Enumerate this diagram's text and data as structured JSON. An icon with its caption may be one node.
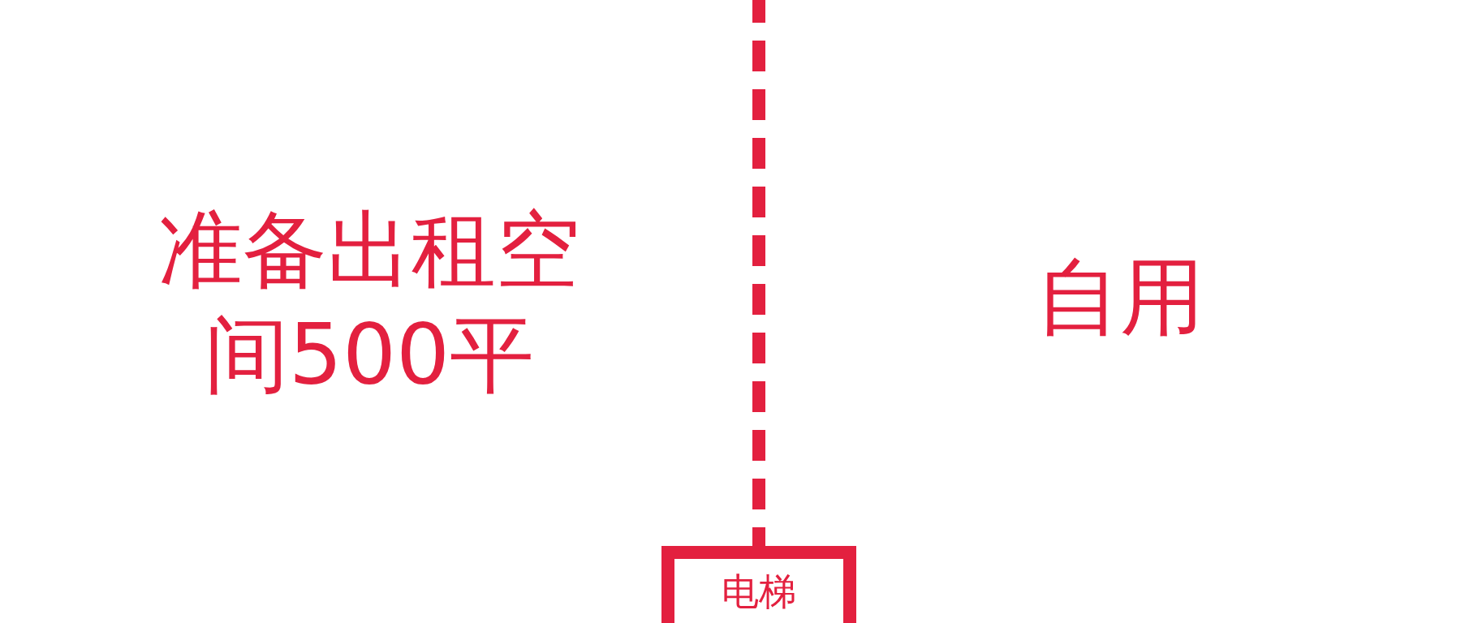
{
  "diagram": {
    "nodes": [
      {
        "text": [
          "电梯"
        ]
      }
    ],
    "labels": [
      "准备出租空间500平",
      "自用"
    ]
  }
}
